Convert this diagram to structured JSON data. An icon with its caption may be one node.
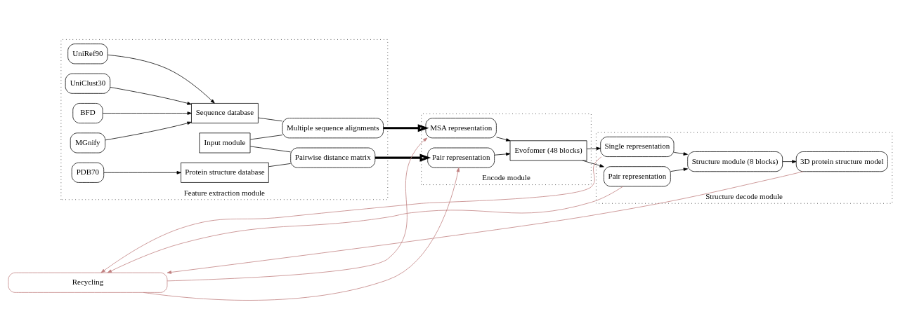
{
  "diagram": {
    "nodes": [
      {
        "text": [
          "Feature extraction module"
        ]
      },
      {
        "text": [
          "Encode module"
        ]
      },
      {
        "text": [
          "Structure decode module"
        ]
      },
      {
        "text": [
          "UniRef90"
        ],
        "in": 0
      },
      {
        "text": [
          "UniClust30"
        ],
        "in": 0
      },
      {
        "text": [
          "BFD"
        ],
        "in": 0
      },
      {
        "text": [
          "MGnify"
        ],
        "in": 0
      },
      {
        "text": [
          "Sequence database"
        ],
        "in": 0
      },
      {
        "text": [
          "Input module"
        ],
        "in": 0
      },
      {
        "text": [
          "Multiple sequence alignments"
        ],
        "in": 0
      },
      {
        "text": [
          "Pairwise distance matrix"
        ],
        "in": 0
      },
      {
        "text": [
          "PDB70"
        ],
        "in": 0
      },
      {
        "text": [
          "Protein structure database"
        ],
        "in": 0
      },
      {
        "text": [
          "Recycling"
        ]
      },
      {
        "text": [
          "MSA representation"
        ],
        "in": 1
      },
      {
        "text": [
          "Pair representation"
        ],
        "in": 1
      },
      {
        "text": [
          "Evofomer (48 blocks)"
        ],
        "in": 1
      },
      {
        "text": [
          "Single representation"
        ],
        "in": 2
      },
      {
        "text": [
          "Pair representation"
        ],
        "in": 2
      },
      {
        "text": [
          "Structure module (8 blocks)"
        ],
        "in": 2
      },
      {
        "text": [
          "3D protein structure model"
        ],
        "in": 2
      }
    ],
    "edges": [
      {
        "from": 3,
        "to": 7,
        "arrow": "to"
      },
      {
        "from": 4,
        "to": 7,
        "arrow": "to"
      },
      {
        "from": 5,
        "to": 7,
        "arrow": "to"
      },
      {
        "from": 6,
        "to": 7,
        "arrow": "to"
      },
      {
        "from": 7,
        "to": 9,
        "arrow": "none"
      },
      {
        "from": 8,
        "to": 9,
        "arrow": "none"
      },
      {
        "from": 8,
        "to": 10,
        "arrow": "none"
      },
      {
        "from": 12,
        "to": 10,
        "arrow": "none"
      },
      {
        "from": 11,
        "to": 12,
        "arrow": "to"
      },
      {
        "from": 9,
        "to": 14,
        "arrow": "to",
        "style": "thick"
      },
      {
        "from": 10,
        "to": 15,
        "arrow": "to",
        "style": "thick"
      },
      {
        "from": 13,
        "to": 14,
        "arrow": "to",
        "color": "#c07f7f"
      },
      {
        "from": 13,
        "to": 15,
        "arrow": "to",
        "color": "#c07f7f"
      },
      {
        "from": 14,
        "to": 16,
        "arrow": "to"
      },
      {
        "from": 15,
        "to": 16,
        "arrow": "to"
      },
      {
        "from": 16,
        "to": 17,
        "arrow": "to"
      },
      {
        "from": 16,
        "to": 18,
        "arrow": "to"
      },
      {
        "from": 17,
        "to": 13,
        "arrow": "to",
        "color": "#c07f7f"
      },
      {
        "from": 18,
        "to": 13,
        "arrow": "to",
        "color": "#c07f7f"
      },
      {
        "from": 17,
        "to": 19,
        "arrow": "to"
      },
      {
        "from": 18,
        "to": 19,
        "arrow": "to"
      },
      {
        "from": 19,
        "to": 20,
        "arrow": "to"
      },
      {
        "from": 20,
        "to": 13,
        "arrow": "to",
        "color": "#c07f7f"
      }
    ]
  }
}
